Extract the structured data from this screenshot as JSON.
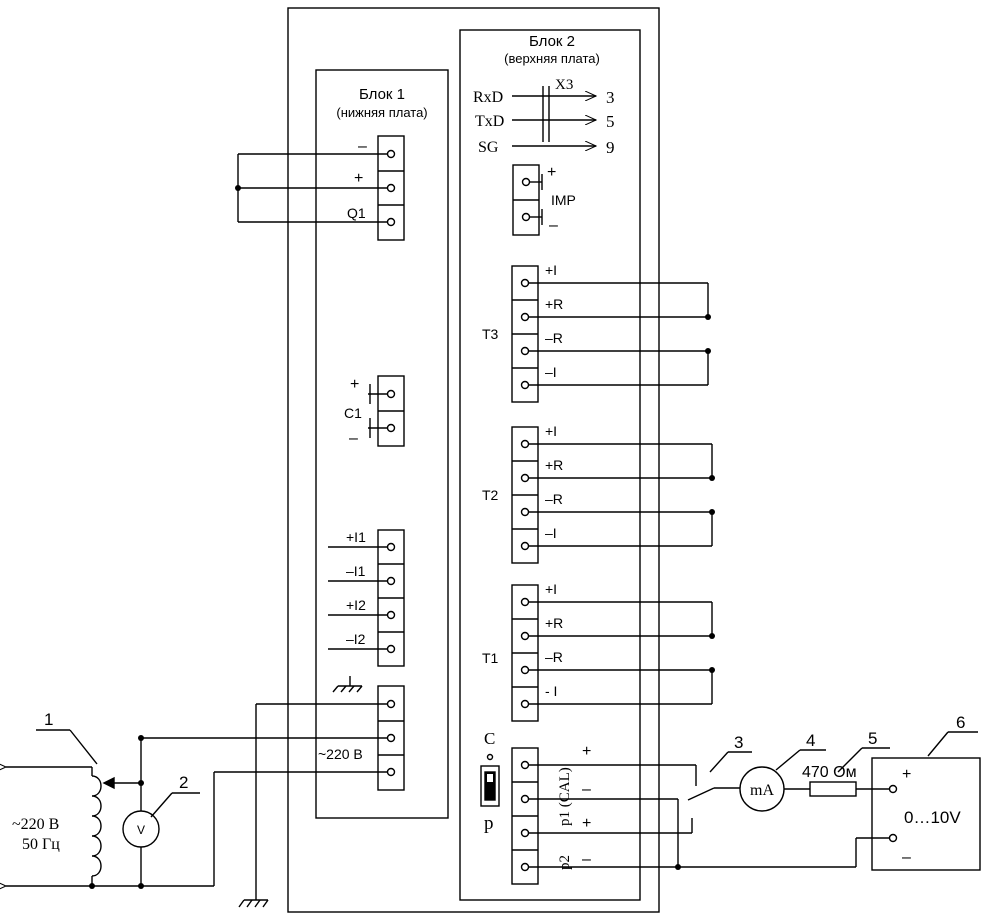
{
  "block1": {
    "title": "Блок 1",
    "subtitle": "(нижняя плата)"
  },
  "block2": {
    "title": "Блок 2",
    "subtitle": "(верхняя плата)"
  },
  "x3": {
    "label": "X3",
    "lines": [
      {
        "name": "RxD",
        "pin": "3"
      },
      {
        "name": "TxD",
        "pin": "5"
      },
      {
        "name": "SG",
        "pin": "9"
      }
    ]
  },
  "imp": {
    "label": "IMP",
    "plus": "+",
    "minus": "–"
  },
  "q1": {
    "minus": "–",
    "plus": "+",
    "label": "Q1"
  },
  "c1": {
    "plus": "+",
    "label": "C1",
    "minus": "–"
  },
  "current_inputs": [
    "+I1",
    "–I1",
    "+I2",
    "–I2"
  ],
  "mains_terminal": "~220 В",
  "sensors": [
    {
      "label": "T3",
      "pins": [
        "+I",
        "+R",
        "–R",
        "–I"
      ]
    },
    {
      "label": "T2",
      "pins": [
        "+I",
        "+R",
        "–R",
        "–I"
      ]
    },
    {
      "label": "T1",
      "pins": [
        "+I",
        "+R",
        "–R",
        "- I"
      ]
    }
  ],
  "switch": {
    "top": "C",
    "bottom": "p"
  },
  "outputs": {
    "p1": "p1 (CAL)",
    "p2": "p2",
    "plus": "+",
    "minus": "–"
  },
  "source": {
    "line1": "~220 В",
    "line2": "50 Гц"
  },
  "voltmeter": "V",
  "milliammeter": "mA",
  "resistor": "470 Ом",
  "device6": {
    "range": "0…10V",
    "plus": "+",
    "minus": "–"
  },
  "callouts": [
    "1",
    "2",
    "3",
    "4",
    "5",
    "6"
  ]
}
